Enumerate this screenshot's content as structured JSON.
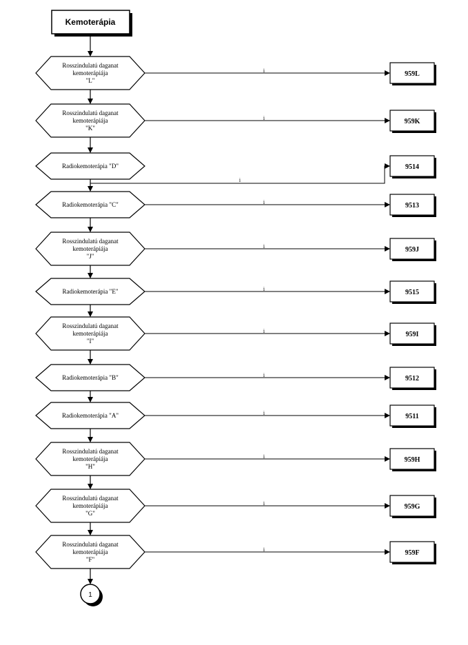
{
  "diagram": {
    "start_label": "Kemoterápia",
    "branch_label": "i",
    "end_connector": "1",
    "nodes": [
      {
        "lines": [
          "Rosszindulatú daganat",
          "kemoterápiája",
          "\"L\""
        ],
        "code": "959L"
      },
      {
        "lines": [
          "Rosszindulatú daganat",
          "kemoterápiája",
          "\"K\""
        ],
        "code": "959K"
      },
      {
        "lines": [
          "Radiokemoterápia \"D\""
        ],
        "code": "9514"
      },
      {
        "lines": [
          "Radiokemoterápia \"C\""
        ],
        "code": "9513"
      },
      {
        "lines": [
          "Rosszindulatú daganat",
          "kemoterápiája",
          "\"J\""
        ],
        "code": "959J"
      },
      {
        "lines": [
          "Radiokemoterápia \"E\""
        ],
        "code": "9515"
      },
      {
        "lines": [
          "Rosszindulatú daganat",
          "kemoterápiája",
          "\"I\""
        ],
        "code": "959I"
      },
      {
        "lines": [
          "Radiokemoterápia \"B\""
        ],
        "code": "9512"
      },
      {
        "lines": [
          "Radiokemoterápia \"A\""
        ],
        "code": "9511"
      },
      {
        "lines": [
          "Rosszindulatú daganat",
          "kemoterápiája",
          "\"H\""
        ],
        "code": "959H"
      },
      {
        "lines": [
          "Rosszindulatú daganat",
          "kemoterápiája",
          "\"G\""
        ],
        "code": "959G"
      },
      {
        "lines": [
          "Rosszindulatú daganat",
          "kemoterápiája",
          "\"F\""
        ],
        "code": "959F"
      }
    ]
  }
}
